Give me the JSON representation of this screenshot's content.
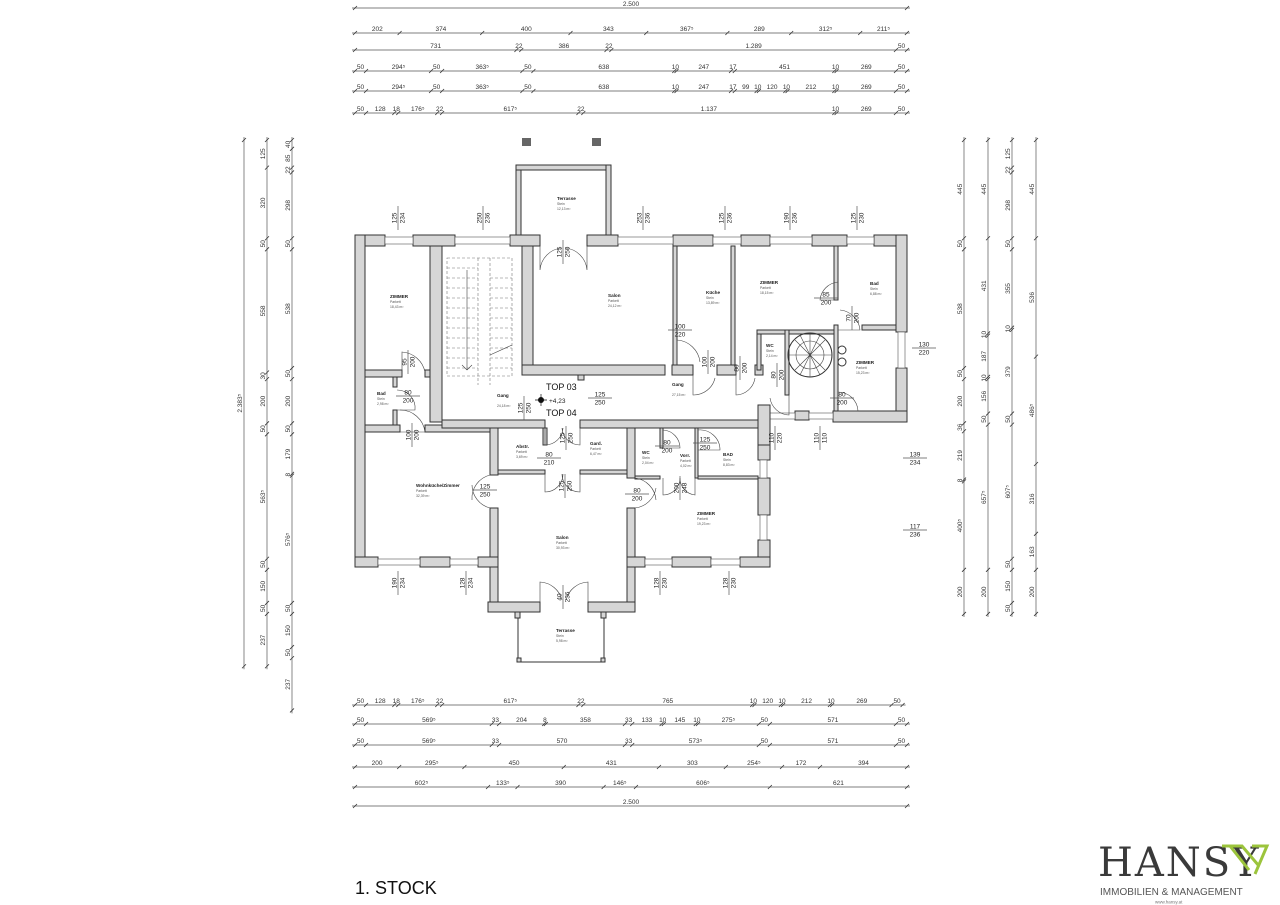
{
  "plan": {
    "title": "1. STOCK",
    "top03": "TOP 03",
    "top04": "TOP 04",
    "level": "+4,23"
  },
  "logo": {
    "name": "HANSY",
    "tagline": "IMMOBILIEN & MANAGEMENT",
    "web": "www.hansy.at",
    "accent": "#9cc43c"
  },
  "rooms": [
    {
      "name": "Terrasse",
      "floor": "Stein",
      "area": "12,13 m²"
    },
    {
      "name": "ZIMMER",
      "floor": "Parkett",
      "area": "18,43 m²"
    },
    {
      "name": "Salon",
      "floor": "Parkett",
      "area": "24,12 m²"
    },
    {
      "name": "Küche",
      "floor": "Stein",
      "area": "13,89 m²"
    },
    {
      "name": "ZIMMER",
      "floor": "Parkett",
      "area": "18,15 m²"
    },
    {
      "name": "Bad",
      "floor": "Stein",
      "area": "6,88 m²"
    },
    {
      "name": "WC",
      "floor": "Stein",
      "area": "2,14 m²"
    },
    {
      "name": "ZIMMER",
      "floor": "Parkett",
      "area": "15,23 m²"
    },
    {
      "name": "Bad",
      "floor": "Stein",
      "area": "2,98 m²"
    },
    {
      "name": "Gang",
      "floor": "",
      "area": "24,18 m²"
    },
    {
      "name": "Gang",
      "floor": "",
      "area": "27,15 m²"
    },
    {
      "name": "Abstr.",
      "floor": "Parkett",
      "area": "3,69 m²"
    },
    {
      "name": "Gard.",
      "floor": "Parkett",
      "area": "6,47 m²"
    },
    {
      "name": "WC",
      "floor": "Stein",
      "area": "2,04 m²"
    },
    {
      "name": "Vorr.",
      "floor": "Parkett",
      "area": "4,02 m²"
    },
    {
      "name": "BAD",
      "floor": "Stein",
      "area": "8,83 m²"
    },
    {
      "name": "Wohnküche/Zimmer",
      "floor": "Parkett",
      "area": "32,39 m²"
    },
    {
      "name": "Salon",
      "floor": "Parkett",
      "area": "30,93 m²"
    },
    {
      "name": "ZIMMER",
      "floor": "Parkett",
      "area": "19,23 m²"
    },
    {
      "name": "Terrasse",
      "floor": "Stein",
      "area": "5,98 m²"
    }
  ],
  "openings": [
    {
      "w": "125",
      "h": "234"
    },
    {
      "w": "250",
      "h": "236"
    },
    {
      "w": "253",
      "h": "236"
    },
    {
      "w": "125",
      "h": "236"
    },
    {
      "w": "190",
      "h": "236"
    },
    {
      "w": "125",
      "h": "230"
    },
    {
      "w": "190",
      "h": "234"
    },
    {
      "w": "128",
      "h": "234"
    },
    {
      "w": "128",
      "h": "230"
    },
    {
      "w": "128",
      "h": "230"
    },
    {
      "w": "130",
      "h": "220"
    },
    {
      "w": "139",
      "h": "234"
    },
    {
      "w": "117",
      "h": "236"
    },
    {
      "w": "110",
      "h": "220"
    },
    {
      "w": "110",
      "h": "110"
    },
    {
      "w": "125",
      "h": "250"
    },
    {
      "w": "95",
      "h": "200"
    },
    {
      "w": "80",
      "h": "200"
    },
    {
      "w": "100",
      "h": "200"
    },
    {
      "w": "125",
      "h": "250"
    },
    {
      "w": "100",
      "h": "220"
    },
    {
      "w": "100",
      "h": "200"
    },
    {
      "w": "80",
      "h": "200"
    },
    {
      "w": "85",
      "h": "200"
    },
    {
      "w": "70",
      "h": "200"
    },
    {
      "w": "80",
      "h": "200"
    },
    {
      "w": "80",
      "h": "200"
    },
    {
      "w": "80",
      "h": "210"
    },
    {
      "w": "125",
      "h": "250"
    },
    {
      "w": "125",
      "h": "250"
    },
    {
      "w": "125",
      "h": "250"
    },
    {
      "w": "80",
      "h": "200"
    },
    {
      "w": "80",
      "h": "200"
    },
    {
      "w": "125",
      "h": "250"
    },
    {
      "w": "200",
      "h": "248"
    },
    {
      "w": "40",
      "h": "236"
    },
    {
      "w": "125",
      "h": "250"
    }
  ],
  "dimensions": {
    "top": [
      [
        "2.500"
      ],
      [
        "202",
        "374",
        "400",
        "343",
        "367⁵",
        "289",
        "312⁵",
        "211⁵"
      ],
      [
        "731",
        "22",
        "386",
        "22",
        "1.289",
        "50"
      ],
      [
        "50",
        "294⁵",
        "50",
        "363⁵",
        "50",
        "638",
        "10",
        "247",
        "17",
        "451",
        "10",
        "269",
        "50"
      ],
      [
        "50",
        "294⁵",
        "50",
        "363⁵",
        "50",
        "638",
        "10",
        "247",
        "17",
        "99",
        "10",
        "120",
        "10",
        "212",
        "10",
        "269",
        "50"
      ],
      [
        "50",
        "128",
        "18",
        "176⁵",
        "22",
        "617⁵",
        "22",
        "1.137",
        "10",
        "269",
        "50"
      ]
    ],
    "bottom": [
      [
        "50",
        "128",
        "18",
        "176⁵",
        "22",
        "617⁵",
        "22",
        "765",
        "10",
        "120",
        "10",
        "212",
        "10",
        "269",
        "50"
      ],
      [
        "50",
        "569⁵",
        "33",
        "204",
        "8",
        "358",
        "33",
        "133",
        "10",
        "145",
        "10",
        "275⁵",
        "50",
        "571",
        "50"
      ],
      [
        "50",
        "569⁵",
        "33",
        "570",
        "33",
        "573⁵",
        "50",
        "571",
        "50"
      ],
      [
        "200",
        "295⁵",
        "450",
        "431",
        "303",
        "254⁵",
        "172",
        "394"
      ],
      [
        "602⁵",
        "133⁵",
        "390",
        "146⁵",
        "606⁵",
        "621"
      ],
      [
        "2.500"
      ]
    ],
    "left": [
      [
        "2.383⁵"
      ],
      [
        "125",
        "320",
        "50",
        "558",
        "30",
        "200",
        "50",
        "563⁵",
        "50",
        "150",
        "50",
        "237"
      ],
      [
        "40",
        "85",
        "22",
        "298",
        "50",
        "538",
        "50",
        "200",
        "50",
        "179",
        "8",
        "576⁵",
        "50",
        "150",
        "50",
        "237"
      ]
    ],
    "right": [
      [
        "445",
        "50",
        "538",
        "50",
        "200",
        "36",
        "219",
        "8",
        "400⁵",
        "200"
      ],
      [
        "445",
        "431",
        "10",
        "187",
        "10",
        "156",
        "50",
        "657⁵",
        "200"
      ],
      [
        "125",
        "22",
        "298",
        "50",
        "355",
        "10",
        "379",
        "50",
        "607⁵",
        "50",
        "150",
        "50"
      ],
      [
        "445",
        "536",
        "486⁵",
        "316",
        "163",
        "200"
      ]
    ]
  }
}
